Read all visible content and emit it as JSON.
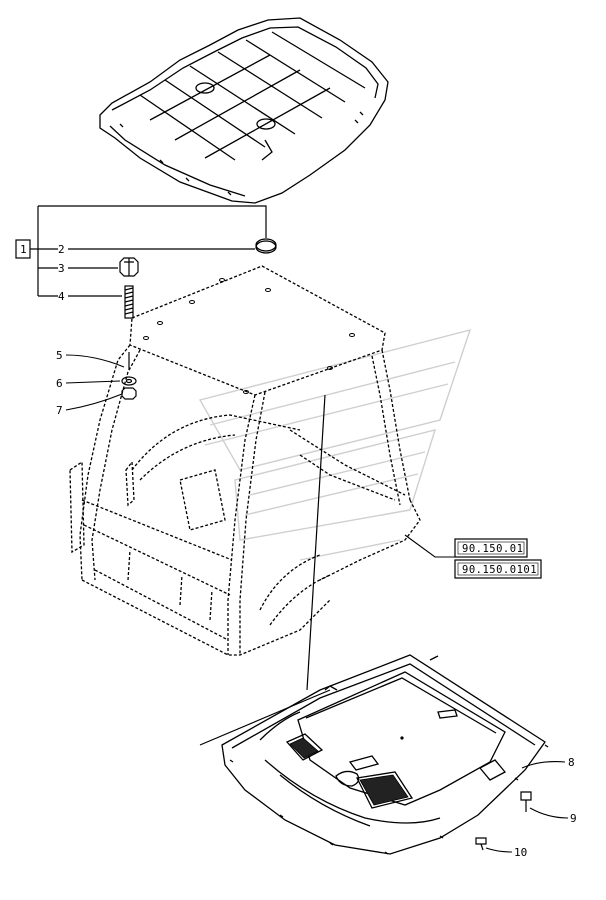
{
  "group_bracket": "1",
  "callouts": {
    "c2": "2",
    "c3": "3",
    "c4": "4",
    "c5": "5",
    "c6": "6",
    "c7": "7",
    "c8": "8",
    "c9": "9",
    "c10": "10"
  },
  "references": {
    "ref_a": "90.150.01",
    "ref_b": "90.150.0101"
  },
  "icons": [
    "roof-panel",
    "cab-frame",
    "headliner-panel",
    "washer",
    "nut",
    "stud",
    "bolt",
    "screw",
    "watermark-logo"
  ],
  "colors": {
    "line": "#000000",
    "watermark": "#cfcfcf",
    "background": "#ffffff"
  }
}
